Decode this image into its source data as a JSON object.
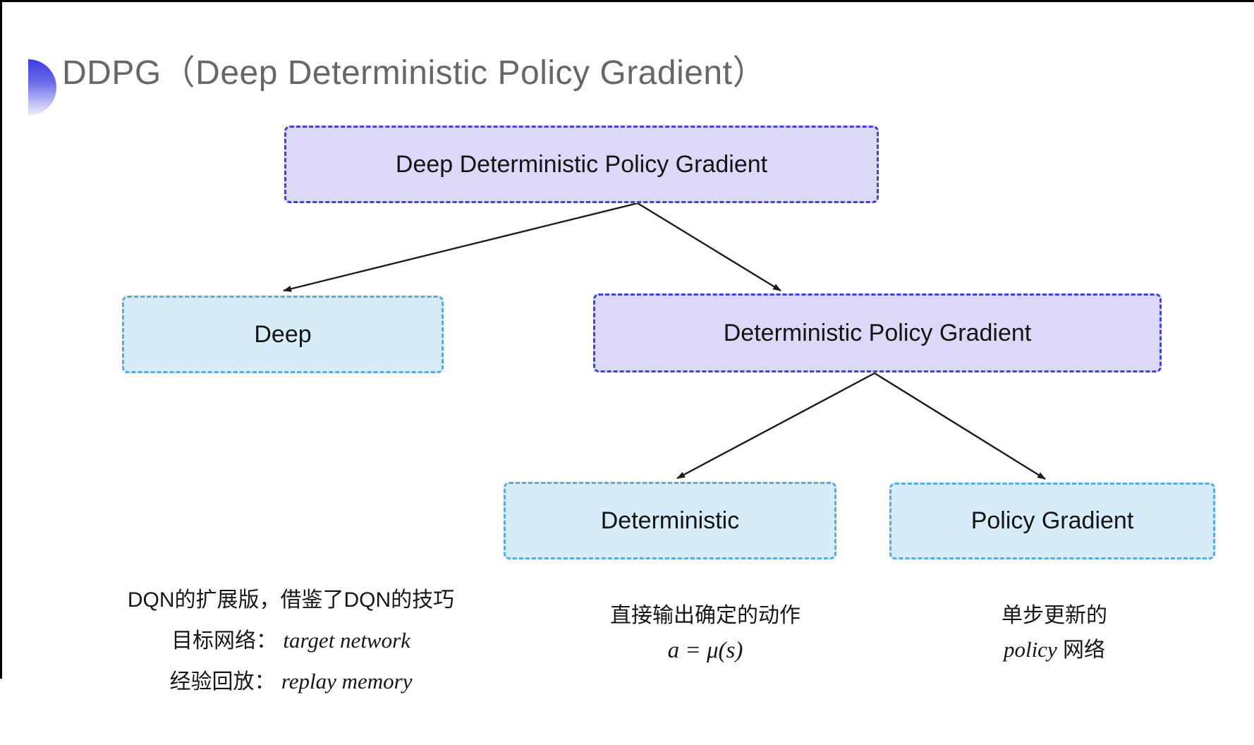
{
  "title": "DDPG（Deep Deterministic Policy Gradient）",
  "icon": "blue-half-circle-bullet",
  "colors": {
    "purple_fill": "#dcd9f8",
    "purple_border": "#4343d6",
    "cyan_fill": "#d7ecf9",
    "cyan_border": "#58acdd",
    "title_gray": "#676767",
    "text_black": "#161616",
    "arrow_black": "#1b1b1b",
    "bullet_gradient_top": "#3d3de2",
    "bullet_gradient_bottom": "#eeeefc"
  },
  "tree": {
    "root": {
      "label": "Deep Deterministic Policy Gradient",
      "style": "purple"
    },
    "children": [
      {
        "label": "Deep",
        "style": "cyan"
      },
      {
        "label": "Deterministic Policy Gradient",
        "style": "purple",
        "children": [
          {
            "label": "Deterministic",
            "style": "cyan"
          },
          {
            "label": "Policy Gradient",
            "style": "cyan"
          }
        ]
      }
    ]
  },
  "edges": [
    {
      "from": "Deep Deterministic Policy Gradient",
      "to": "Deep"
    },
    {
      "from": "Deep Deterministic Policy Gradient",
      "to": "Deterministic Policy Gradient"
    },
    {
      "from": "Deterministic Policy Gradient",
      "to": "Deterministic"
    },
    {
      "from": "Deterministic Policy Gradient",
      "to": "Policy Gradient"
    }
  ],
  "notes": {
    "deep_note": {
      "line1": "DQN的扩展版，借鉴了DQN的技巧",
      "line2_label": "目标网络：",
      "line2_term": "target network",
      "line3_label": "经验回放：",
      "line3_term": "replay memory"
    },
    "deterministic_note": {
      "line1": "直接输出确定的动作",
      "formula": "a = μ(s)"
    },
    "policy_note": {
      "line1": "单步更新的",
      "line2_term": "policy",
      "line2_rest": " 网络"
    }
  }
}
